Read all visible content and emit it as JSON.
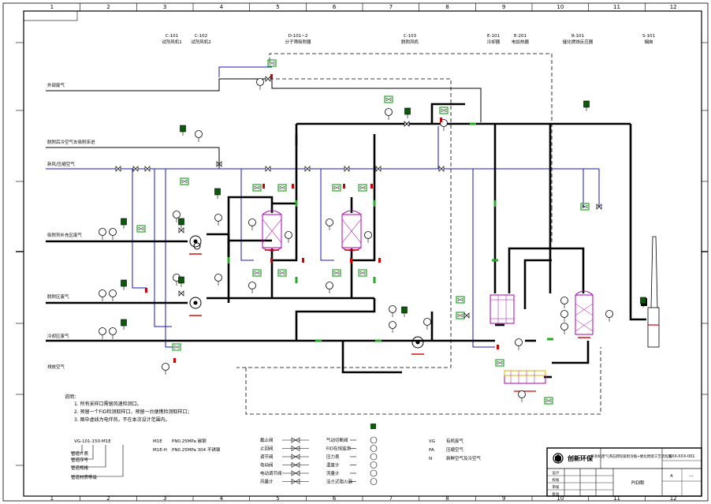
{
  "drawing": {
    "grid_columns": [
      "1",
      "2",
      "3",
      "4",
      "5",
      "6",
      "7",
      "8",
      "9",
      "10",
      "11",
      "12"
    ],
    "equipment_tags": [
      {
        "tag": "C-101",
        "name": "试剂风机1"
      },
      {
        "tag": "C-102",
        "name": "试剂风机2"
      },
      {
        "tag": "D-101~2",
        "name": "分子筛吸附器"
      },
      {
        "tag": "C-103",
        "name": "脱附风机"
      },
      {
        "tag": "E-101",
        "name": "冷却器"
      },
      {
        "tag": "E-201",
        "name": "电加热器"
      },
      {
        "tag": "R-101",
        "name": "催化燃烧反应器"
      },
      {
        "tag": "S-101",
        "name": "烟囱"
      }
    ],
    "line_labels": [
      "外部废气",
      "脱附后冷空气去吸附床进",
      "新风/压缩空气",
      "吸附剂补充区废气",
      "脱附区废气",
      "冷却区废气",
      "排放空气"
    ],
    "notes_title": "说明：",
    "notes": [
      "1. 所有采样口需留风速检测口。",
      "2. 预留一个FID检测取样口，预留一台便携检测取样口；",
      "3. 图中虚线为电伴热，不在本次设计范围内。"
    ],
    "line_code": "VG-101-150-M1E",
    "line_code_parts": [
      "管道介质",
      "管道序号",
      "管道规格",
      "管道材质等级"
    ],
    "pipe_specs": [
      {
        "code": "M1E",
        "desc": "PN0.25MPa 碳钢"
      },
      {
        "code": "M1E-H",
        "desc": "PN0.25MPa 304 不锈钢"
      }
    ],
    "legend": [
      {
        "sym": "截止阀",
        "desc": "气动切断阀"
      },
      {
        "sym": "止回阀",
        "desc": "FID在线监测"
      },
      {
        "sym": "调节阀",
        "desc": "压力表"
      },
      {
        "sym": "电动阀",
        "desc": "温度计"
      },
      {
        "sym": "电动调节阀",
        "desc": "流量计"
      },
      {
        "sym": "风量计",
        "desc": "法兰式阻火器"
      }
    ],
    "abbreviations": [
      {
        "code": "VG",
        "desc": "有机废气"
      },
      {
        "code": "PA",
        "desc": "压缩空气"
      },
      {
        "code": "N",
        "desc": "新鲜空气及冷空气"
      }
    ],
    "title_block": {
      "company": "创新环保",
      "project": "某有机废气沸石转轮吸附浓缩+催化燃烧工艺流程图",
      "drawing_name": "PID图",
      "drawing_no": "XXX-XXX-001",
      "scale": "---",
      "rev": "A",
      "rows": [
        "设计",
        "校核",
        "审核",
        "批准"
      ]
    }
  }
}
